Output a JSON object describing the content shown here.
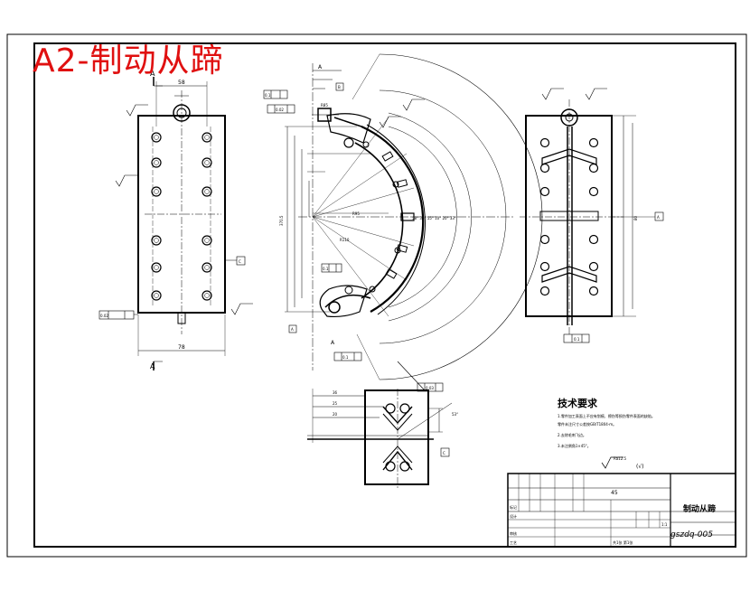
{
  "title_overlay": "A2-制动从蹄",
  "tech_req": {
    "heading": "技术要求",
    "items": [
      "1.零件加工表面上不应有划痕、擦伤等损伤零件表面的缺陷。",
      "零件未注尺寸公差按GB/T1804-m。",
      "2.去除毛刺飞边。",
      "3.未注倒角1×45°。"
    ]
  },
  "roughness_note": "(√)",
  "roughness_value": "Ra12.5",
  "title_block": {
    "part_name": "制动从蹄",
    "drawing_no": "gszdq-005",
    "scale": "1:1",
    "count_row": "共1张  第1张",
    "material_mark": "45",
    "rows": [
      "标记",
      "设计",
      "审核",
      "工艺"
    ]
  },
  "dims": {
    "top_width": "58",
    "bottom_width": "78",
    "r_values": [
      "R85",
      "R95",
      "R110"
    ],
    "radial_labels": [
      "58°",
      "30°",
      "55°",
      "10°",
      "20°",
      "33°"
    ],
    "datum_a": "A",
    "datum_c": "C",
    "datum_b": "B",
    "left_height": "370.5",
    "section_dim_1": "36",
    "section_dim_2": "25",
    "section_dim_3": "20",
    "section_angle": "53°",
    "tolerance_1": "0.1",
    "tolerance_2": "0.02",
    "tolerance_3": "0.03",
    "view_a": "A",
    "side_dim": "80"
  }
}
